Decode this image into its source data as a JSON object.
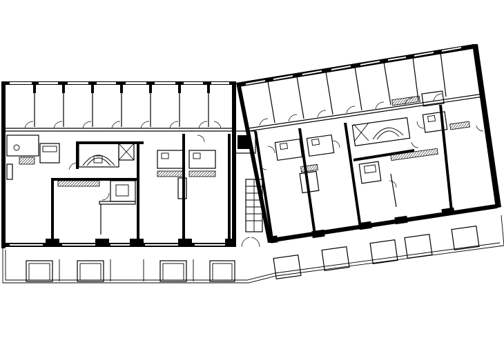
{
  "drawing": {
    "kind": "architectural floor plan",
    "colors": {
      "ink": "#000000",
      "paper": "#ffffff"
    },
    "wings": [
      "west-wing",
      "east-wing"
    ]
  }
}
